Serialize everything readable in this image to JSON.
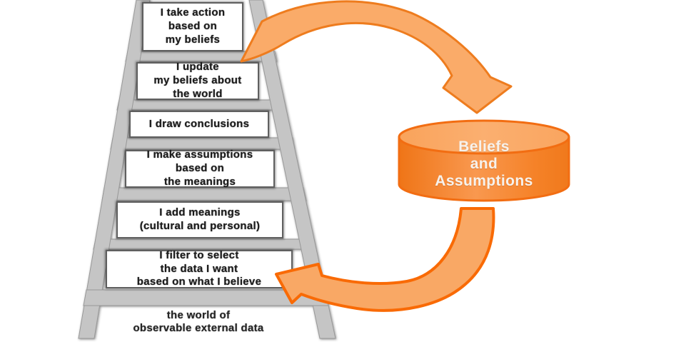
{
  "diagram": {
    "kind": "ladder-of-inference-loop"
  },
  "ladder": {
    "rungs": [
      {
        "label": "I take action\nbased on\nmy beliefs"
      },
      {
        "label": "I update\nmy beliefs about\nthe world"
      },
      {
        "label": "I draw conclusions"
      },
      {
        "label": "I make assumptions\nbased on\nthe meanings"
      },
      {
        "label": "I add meanings\n(cultural and personal)"
      },
      {
        "label": "I filter to select\nthe data I want\nbased on what I believe"
      }
    ],
    "base_label": "the world of\nobservable external data"
  },
  "cylinder": {
    "label": "Beliefs\nand\nAssumptions"
  },
  "arrows": {
    "top": "reflexive-loop-arrow-from-actions-to-beliefs",
    "bottom": "reflexive-loop-arrow-from-beliefs-to-data-filter"
  },
  "colors": {
    "arrow_fill": "#FAAB69",
    "arrow_border_top": "#EE7C1E",
    "arrow_border_bottom": "#F96A05",
    "cylinder_top": "#FAAA67",
    "cylinder_body_dark": "#EF7517",
    "cylinder_body_light": "#F9984F",
    "cylinder_border": "#F26D12",
    "ladder_gray": "#C5C5C5",
    "rung_box_bg": "#FFFFFF",
    "text_dark": "#1C1C1C",
    "cylinder_text": "#F7F2EC",
    "background": "#FFFFFF"
  }
}
